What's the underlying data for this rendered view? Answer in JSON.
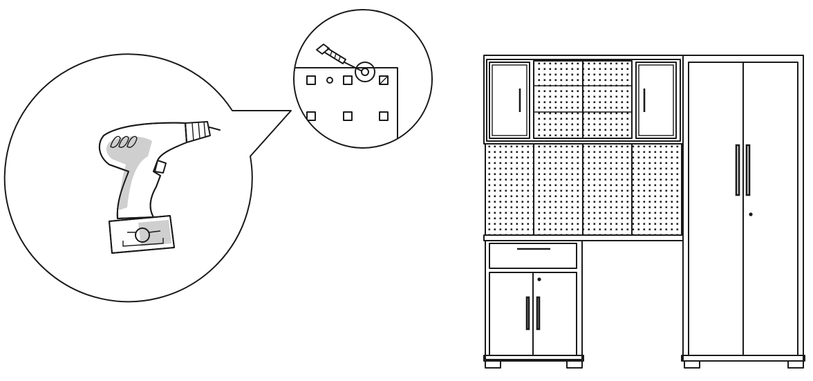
{
  "illustration": {
    "type": "assembly-instruction",
    "parts": [
      "callout-bubble",
      "cordless-drill",
      "pegboard-detail",
      "screw-icon",
      "garage-cabinet-set"
    ],
    "colors": {
      "line": "#1a1a1a",
      "drill_accent": "#c8c8c8",
      "background": "#ffffff"
    },
    "icons": [
      "drill-icon",
      "screw-icon",
      "pegboard-icon",
      "cabinet-icon"
    ]
  }
}
